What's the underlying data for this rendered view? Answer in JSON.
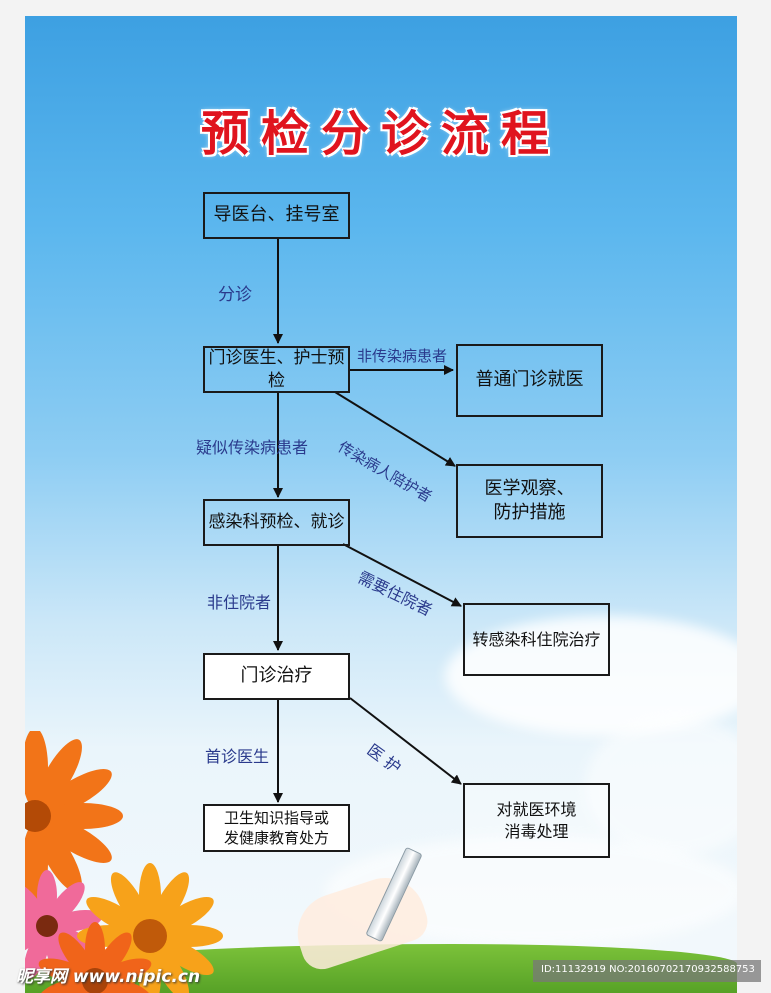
{
  "title": "预检分诊流程",
  "boxes": {
    "guide_desk": "导医台、挂号室",
    "outpatient_precheck": "门诊医生、护士预检",
    "ordinary_visit": "普通门诊就医",
    "observation": "医学观察、\n防护措施",
    "infection_dept": "感染科预检、就诊",
    "transfer_ward": "转感染科住院治疗",
    "outpatient_treatment": "门诊治疗",
    "health_guidance": "卫生知识指导或\n发健康教育处方",
    "disinfection": "对就医环境\n消毒处理"
  },
  "labels": {
    "triage": "分诊",
    "non_infectious": "非传染病患者",
    "companion": "传染病人陪护者",
    "suspected": "疑似传染病患者",
    "need_hospital": "需要住院者",
    "non_hospital": "非住院者",
    "first_doctor": "首诊医生",
    "medical_care": "医 护"
  },
  "watermark": {
    "left": "昵享网 www.nipic.cn",
    "right": "ID:11132919 NO:20160702170932588753"
  },
  "colors": {
    "title": "#e0141e",
    "label": "#2a3a8c",
    "sky_top": "#3da0e2",
    "grass": "#5aa82a",
    "flower_orange": "#f07a1a"
  }
}
